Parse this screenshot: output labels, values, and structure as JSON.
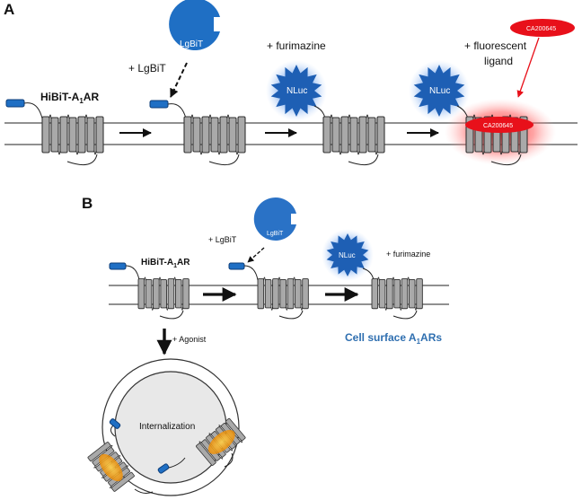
{
  "panel_a": {
    "label": "A",
    "construct_label_main": "HiBiT-A",
    "construct_label_sub": "1",
    "construct_label_end": "AR",
    "lgbit_step": "+ LgBiT",
    "lgbit_name": "LgBiT",
    "furimazine_step": "+ furimazine",
    "nluc_name": "NLuc",
    "fluorescent_step_line1": "+ fluorescent",
    "fluorescent_step_line2": "ligand",
    "ligand_name": "CA200645"
  },
  "panel_b": {
    "label": "B",
    "construct_label_main": "HiBiT-A",
    "construct_label_sub": "1",
    "construct_label_end": "AR",
    "lgbit_step": "+ LgBiT",
    "lgbit_name": "LgBiT",
    "nluc_name": "NLuc",
    "furimazine_step": "+ furimazine",
    "surface_label_main": "Cell surface A",
    "surface_label_sub": "1",
    "surface_label_end": "ARs",
    "agonist_step": "+ Agonist",
    "internalization_label": "Internalization"
  },
  "colors": {
    "hibit_blue": "#1f6fc4",
    "lgbit_blue": "#1f6fc4",
    "nluc_blue": "#1e5fb4",
    "ligand_red": "#e8101a",
    "receptor_gray": "#a8a8a8",
    "vesicle_fill": "#e8e8e8",
    "agonist_orange": "#f5a623",
    "caption_blue": "#2f6fb0"
  }
}
